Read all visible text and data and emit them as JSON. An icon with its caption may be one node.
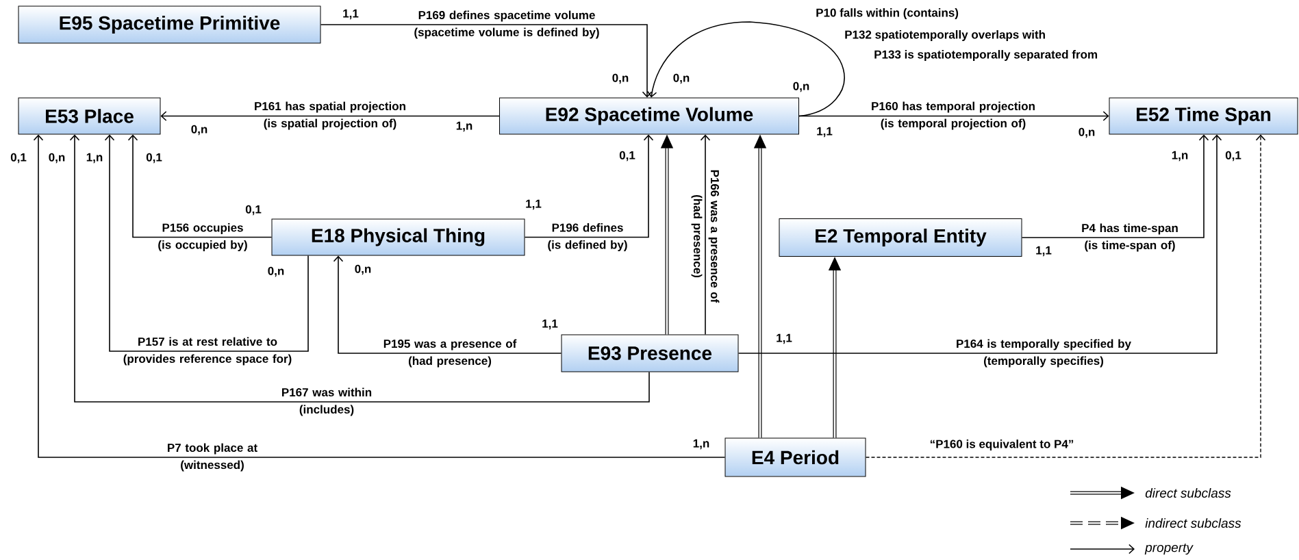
{
  "diagram": {
    "nodes": [
      {
        "text": [
          "E95 Spacetime Primitive"
        ]
      },
      {
        "text": [
          "E53 Place"
        ]
      },
      {
        "text": [
          "E92 Spacetime Volume"
        ]
      },
      {
        "text": [
          "E52 Time Span"
        ]
      },
      {
        "text": [
          "E18 Physical Thing"
        ]
      },
      {
        "text": [
          "E2 Temporal Entity"
        ]
      },
      {
        "text": [
          "E93 Presence"
        ]
      },
      {
        "text": [
          "E4 Period"
        ]
      }
    ],
    "edges": [
      {
        "from": 0,
        "to": 2,
        "arrow": "to",
        "label": "P169 defines spacetime volume (spacetime volume is defined by)"
      },
      {
        "from": 2,
        "to": 1,
        "arrow": "to",
        "label": "P161 has spatial projection (is spatial projection of)"
      },
      {
        "from": 2,
        "to": 3,
        "arrow": "to",
        "label": "P160 has temporal projection (is temporal projection of)"
      },
      {
        "from": 2,
        "to": 2,
        "arrow": "to",
        "label": "P10 falls within (contains)"
      },
      {
        "from": 4,
        "to": 2,
        "arrow": "to",
        "label": "P196 defines (is defined by)"
      },
      {
        "from": 4,
        "to": 1,
        "arrow": "to",
        "label": "P156 occupies (is occupied by)"
      },
      {
        "from": 4,
        "to": 1,
        "arrow": "to",
        "label": "P157 is at rest relative to (provides reference space for)"
      },
      {
        "from": 6,
        "to": 4,
        "arrow": "to",
        "label": "P195 was a presence of (had presence)"
      },
      {
        "from": 6,
        "to": 1,
        "arrow": "to",
        "label": "P167 was within (includes)"
      },
      {
        "from": 7,
        "to": 1,
        "arrow": "to",
        "label": "P7 took place at (witnessed)"
      },
      {
        "from": 6,
        "to": 2,
        "arrow": "to",
        "style": "thick"
      },
      {
        "from": 6,
        "to": 2,
        "arrow": "to",
        "label": "P166 was a presence of (had presence)"
      },
      {
        "from": 7,
        "to": 2,
        "arrow": "to",
        "style": "thick"
      },
      {
        "from": 7,
        "to": 5,
        "arrow": "to",
        "style": "thick"
      },
      {
        "from": 5,
        "to": 3,
        "arrow": "to",
        "label": "P4 has time-span (is time-span of)"
      },
      {
        "from": 6,
        "to": 3,
        "arrow": "to",
        "label": "P164 is temporally specified by (temporally specifies)"
      },
      {
        "from": 7,
        "to": 3,
        "arrow": "to",
        "style": "dashed",
        "label": "“P160 is equivalent to P4”"
      }
    ],
    "labels": [
      "1,1",
      "P132 spatiotemporally overlaps with",
      "P133 is spatiotemporally separated from",
      "0,n",
      "0,n",
      "0,n",
      "0,n",
      "1,n",
      "1,1",
      "0,n",
      "0,1",
      "0,n",
      "1,n",
      "0,1",
      "0,1",
      "1,n",
      "0,1",
      "1,1",
      "0,1",
      "1,1",
      "0,n",
      "0,n",
      "1,1",
      "1,1",
      "1,n"
    ],
    "legend": [
      {
        "text": "direct subclass"
      },
      {
        "text": "indirect subclass"
      },
      {
        "text": "property"
      }
    ]
  }
}
